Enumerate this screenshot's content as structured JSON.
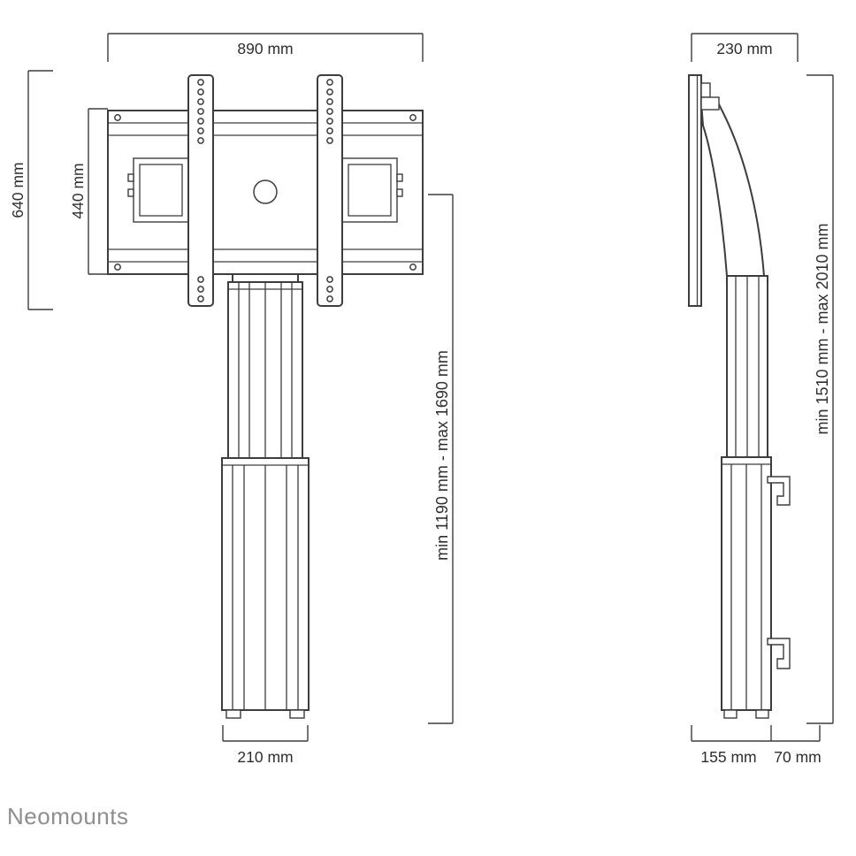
{
  "brand": {
    "logo_text": "Neomounts"
  },
  "front_view": {
    "dim_width": "890 mm",
    "dim_outer_height": "640 mm",
    "dim_inner_height": "440 mm",
    "dim_height_range": "min 1190 mm - max 1690 mm",
    "dim_column_width": "210 mm"
  },
  "side_view": {
    "dim_depth": "230 mm",
    "dim_height_range": "min 1510 mm - max 2010 mm",
    "dim_base_depth": "155 mm",
    "dim_hook_depth": "70 mm"
  }
}
